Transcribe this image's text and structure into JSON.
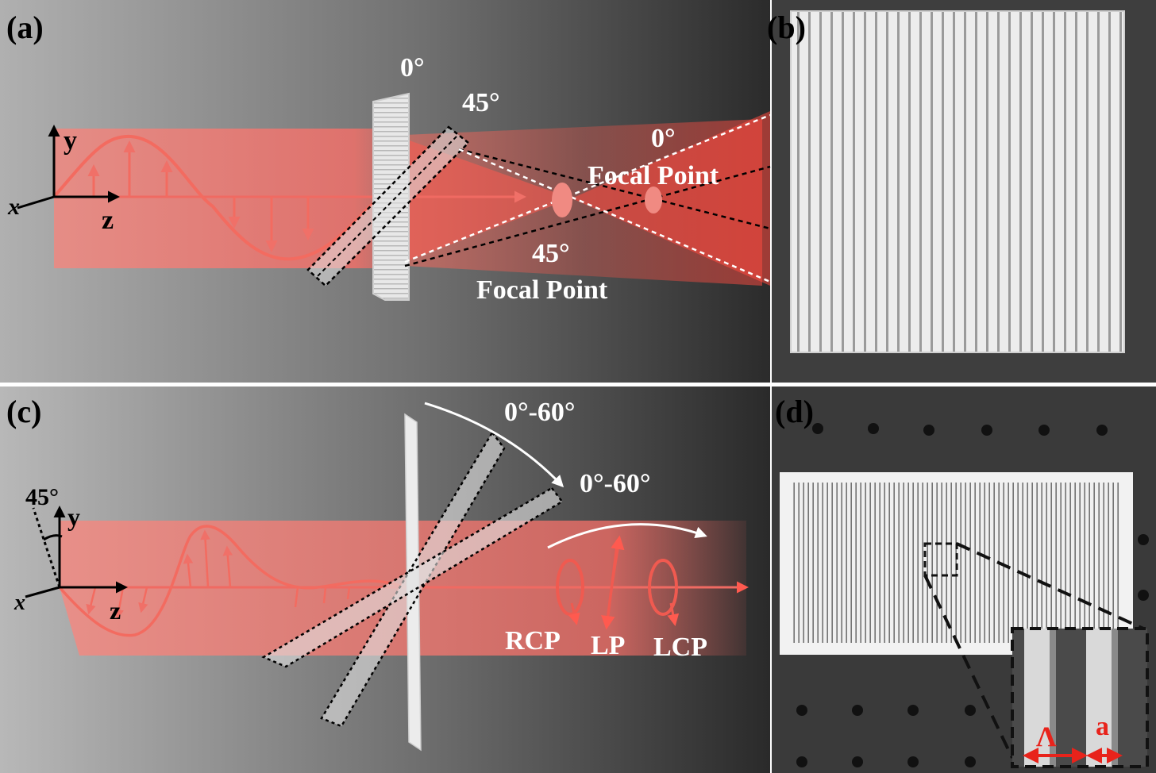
{
  "panels": {
    "a": {
      "label": "(a)",
      "angle_0": "0°",
      "angle_45": "45°",
      "focal_0_angle": "0°",
      "focal_0_text": "Focal Point",
      "focal_45_angle": "45°",
      "focal_45_text": "Focal Point",
      "axis_y": "y",
      "axis_z": "z",
      "axis_x": "x"
    },
    "b": {
      "label": "(b)"
    },
    "c": {
      "label": "(c)",
      "angle_45": "45°",
      "range_1": "0°-60°",
      "range_2": "0°-60°",
      "axis_y": "y",
      "axis_z": "z",
      "axis_x": "x",
      "pol_rcp": "RCP",
      "pol_lp": "LP",
      "pol_lcp": "LCP"
    },
    "d": {
      "label": "(d)",
      "period_symbol": "Λ",
      "gap_symbol": "a"
    }
  },
  "colors": {
    "beam": "#f07a72",
    "beam_bright": "#ff5a4f",
    "wave": "#f36b60",
    "panel_bg_light": "#b4b4b4",
    "panel_bg_dark": "#303030",
    "photo_bg": "#3b3b3b",
    "grating": "#e6e6e6",
    "arrow_red": "#e8231b",
    "text_white": "#ffffff",
    "text_black": "#111111"
  }
}
